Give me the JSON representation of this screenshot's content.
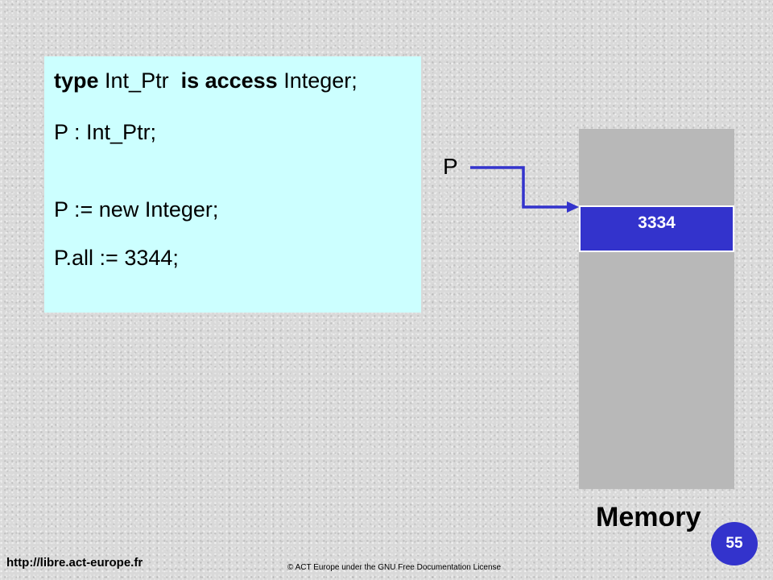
{
  "code": {
    "line1": {
      "kw1": "type",
      "t1": " Int_Ptr  ",
      "kw2": "is access",
      "t2": " Integer;"
    },
    "line2": "P : Int_Ptr;",
    "line3": "P := new Integer;",
    "line4": "P.all := 3344;"
  },
  "pointer_label": "P",
  "memory": {
    "cell_value": "3334",
    "label": "Memory"
  },
  "colors": {
    "code_background": "#ccffff",
    "arrow": "#3333cc",
    "memory_column": "#b8b8b8",
    "memory_cell": "#3333cc",
    "page_badge": "#3333cc"
  },
  "footer": {
    "url": "http://libre.act-europe.fr",
    "copyright": "© ACT Europe under the GNU Free Documentation License",
    "page_number": "55"
  }
}
